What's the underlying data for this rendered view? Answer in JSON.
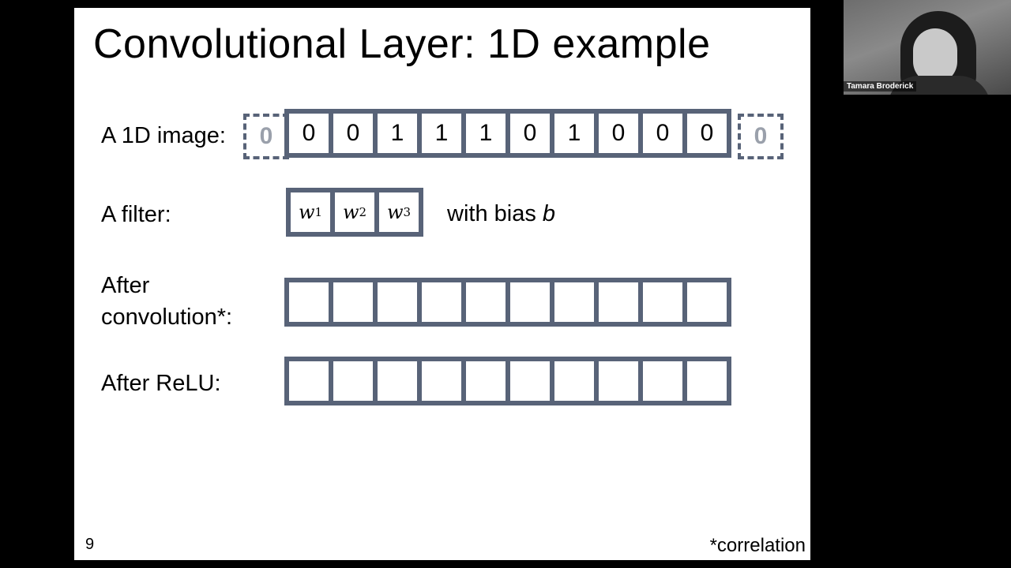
{
  "slide": {
    "title": "Convolutional Layer: 1D example",
    "page_number": "9",
    "footnote": "*correlation",
    "image_row": {
      "label": "A 1D image:",
      "pad_left": "0",
      "values": [
        "0",
        "0",
        "1",
        "1",
        "1",
        "0",
        "1",
        "0",
        "0",
        "0"
      ],
      "pad_right": "0"
    },
    "filter_row": {
      "label": "A filter:",
      "weights": [
        {
          "symbol": "w",
          "sub": "1"
        },
        {
          "symbol": "w",
          "sub": "2"
        },
        {
          "symbol": "w",
          "sub": "3"
        }
      ],
      "bias_prefix": "with bias ",
      "bias_symbol": "b"
    },
    "conv_row": {
      "label_line1": "After",
      "label_line2": "convolution*:",
      "cells": 10
    },
    "relu_row": {
      "label": "After ReLU:",
      "cells": 10
    }
  },
  "video": {
    "participant_name": "Tamara Broderick"
  },
  "colors": {
    "frame": "#586378",
    "pad_text": "#9aa0ab",
    "background": "#000000",
    "slide_bg": "#ffffff"
  }
}
